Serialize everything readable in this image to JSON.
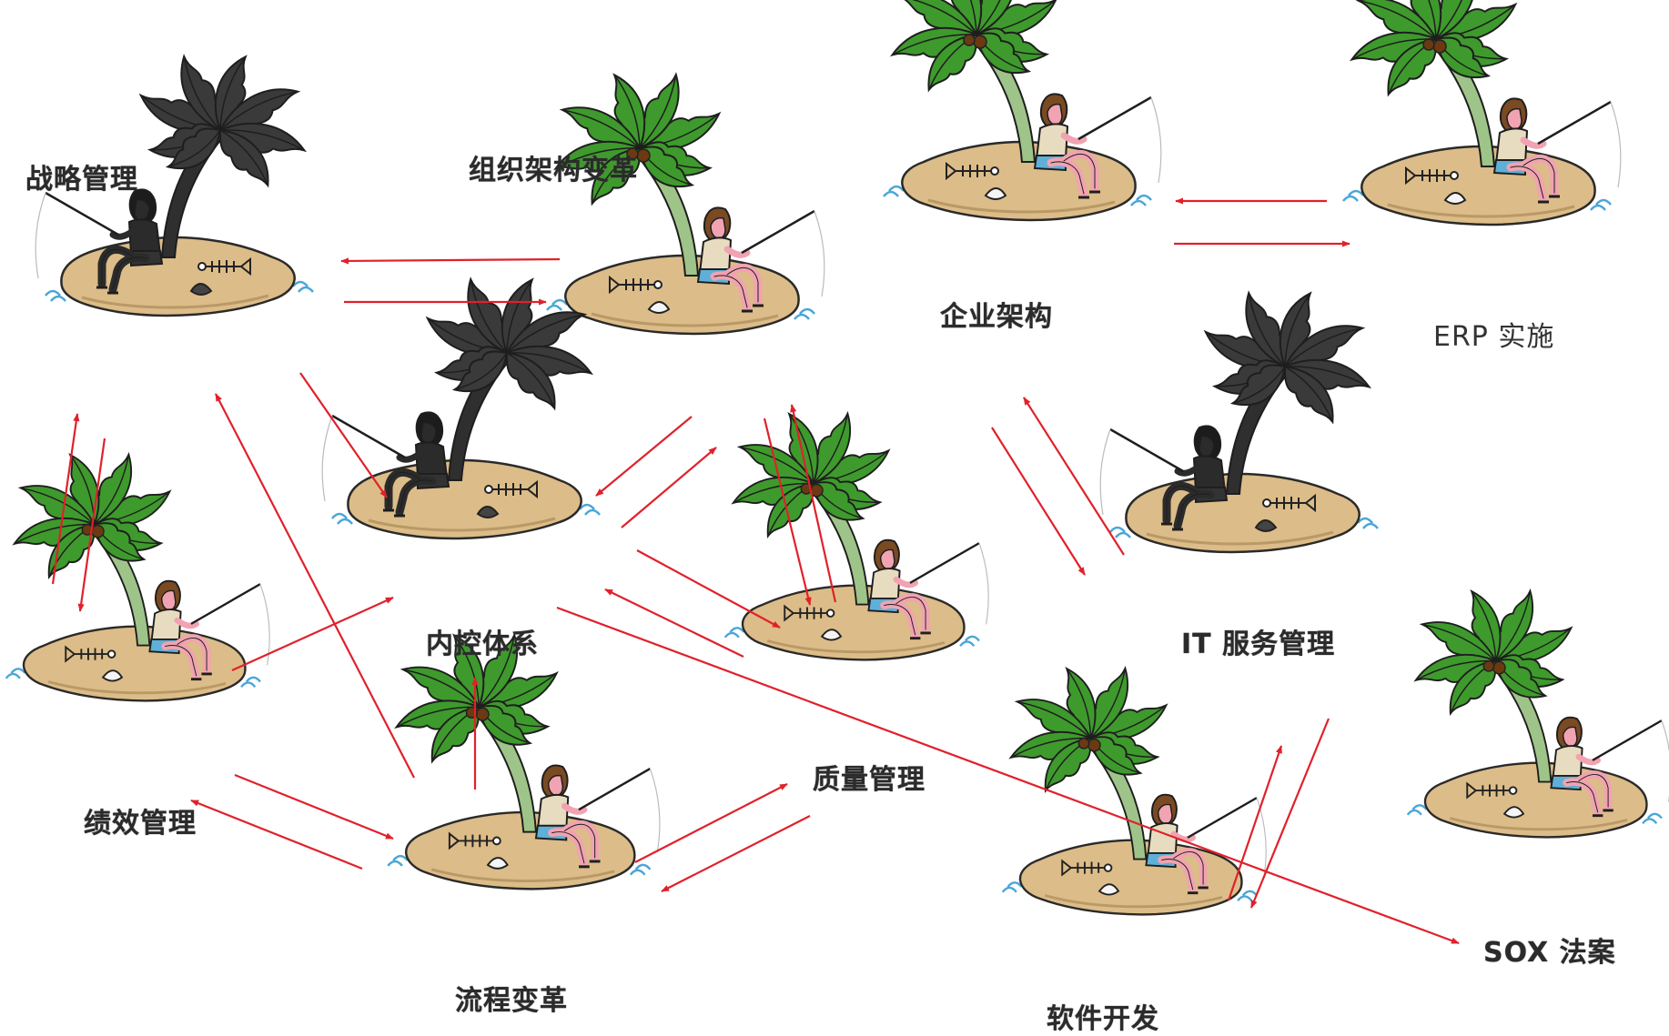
{
  "colors": {
    "arrow": "#e0212b",
    "sand": "#dcbc88",
    "sand_shadow": "#b99a66",
    "palm_green": "#3e9a2c",
    "palm_dark": "#3a3a3a",
    "trunk_green": "#9fc48a",
    "trunk_dark": "#2f2f2f",
    "water": "#4aa6d8",
    "skin": "#f1a3b1",
    "shirt": "#e8dcc0",
    "shorts": "#5fb0d8",
    "hair": "#7a4a22",
    "dark_figure": "#2b2b2b"
  },
  "nodes": [
    {
      "id": "strategy",
      "label": "战略管理",
      "style": "dark"
    },
    {
      "id": "org",
      "label": "组织架构变革",
      "style": "green"
    },
    {
      "id": "ea",
      "label": "企业架构",
      "style": "green"
    },
    {
      "id": "erp",
      "label": "ERP 实施",
      "style": "green"
    },
    {
      "id": "ic",
      "label": "内控体系",
      "style": "dark"
    },
    {
      "id": "itsm",
      "label": "IT 服务管理",
      "style": "dark"
    },
    {
      "id": "perf",
      "label": "绩效管理",
      "style": "green"
    },
    {
      "id": "quality",
      "label": "质量管理",
      "style": "green"
    },
    {
      "id": "process",
      "label": "流程变革",
      "style": "green"
    },
    {
      "id": "dev",
      "label": "软件开发",
      "style": "green"
    },
    {
      "id": "sox",
      "label": "SOX 法案",
      "style": "green"
    }
  ],
  "edges": [
    {
      "from": "strategy",
      "to": "org"
    },
    {
      "from": "org",
      "to": "strategy"
    },
    {
      "from": "ea",
      "to": "erp"
    },
    {
      "from": "erp",
      "to": "ea"
    },
    {
      "from": "strategy",
      "to": "perf"
    },
    {
      "from": "perf",
      "to": "strategy"
    },
    {
      "from": "strategy",
      "to": "ic"
    },
    {
      "from": "process",
      "to": "strategy"
    },
    {
      "from": "org",
      "to": "ic"
    },
    {
      "from": "ic",
      "to": "org"
    },
    {
      "from": "org",
      "to": "quality"
    },
    {
      "from": "quality",
      "to": "org"
    },
    {
      "from": "ea",
      "to": "itsm"
    },
    {
      "from": "itsm",
      "to": "ea"
    },
    {
      "from": "ic",
      "to": "quality"
    },
    {
      "from": "quality",
      "to": "ic"
    },
    {
      "from": "perf",
      "to": "ic"
    },
    {
      "from": "perf",
      "to": "process"
    },
    {
      "from": "process",
      "to": "perf"
    },
    {
      "from": "process",
      "to": "ic"
    },
    {
      "from": "process",
      "to": "quality"
    },
    {
      "from": "quality",
      "to": "process"
    },
    {
      "from": "ic",
      "to": "sox"
    },
    {
      "from": "dev",
      "to": "itsm"
    },
    {
      "from": "itsm",
      "to": "dev"
    }
  ]
}
